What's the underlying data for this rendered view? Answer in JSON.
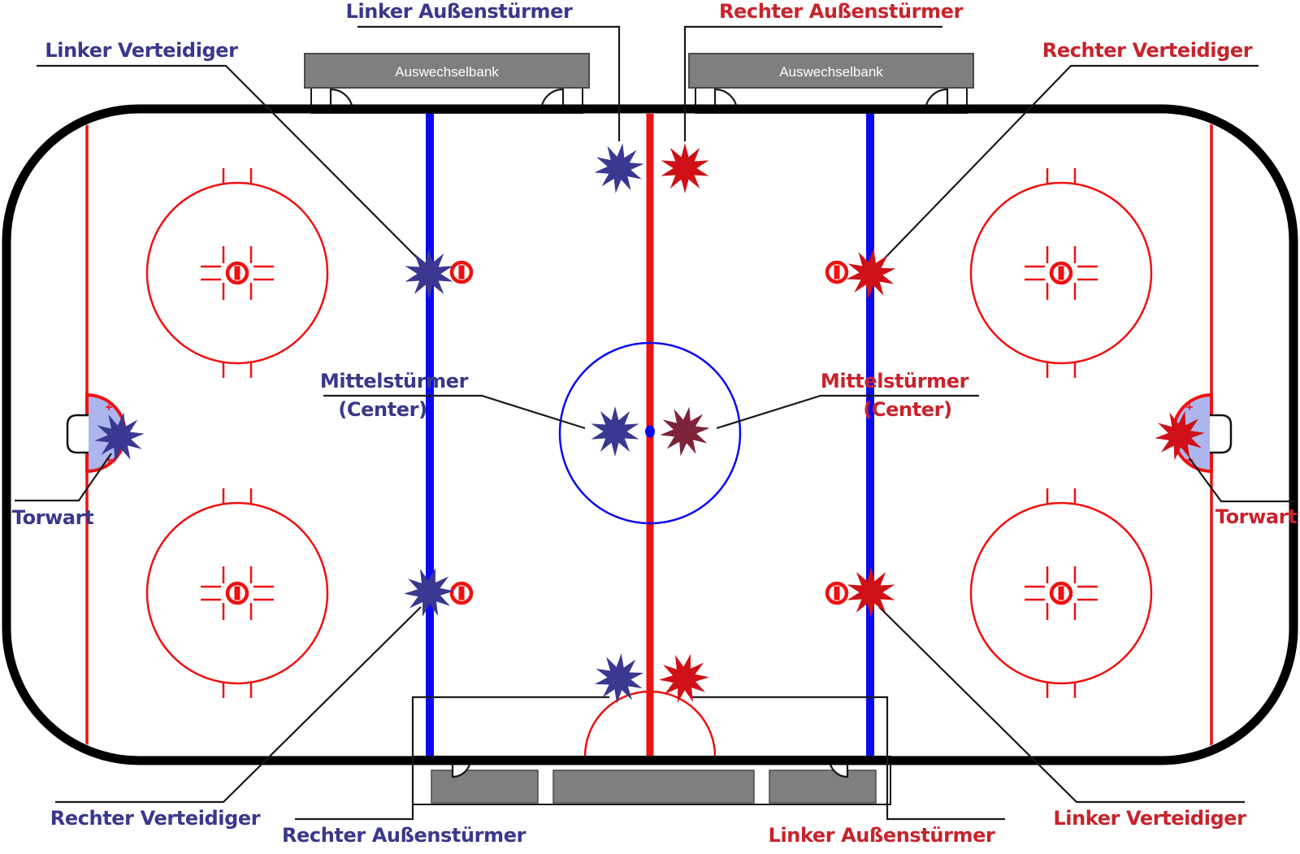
{
  "labels": {
    "blue_team": {
      "left_defender": "Linker Verteidiger",
      "left_winger": "Linker Außenstürmer",
      "center_line1": "Mittelstürmer",
      "center_line2": "(Center)",
      "goalie": "Torwart",
      "right_defender": "Rechter Verteidiger",
      "right_winger": "Rechter Außenstürmer"
    },
    "red_team": {
      "right_winger": "Rechter Außenstürmer",
      "right_defender": "Rechter Verteidiger",
      "center_line1": "Mittelstürmer",
      "center_line2": "(Center)",
      "goalie": "Torwart",
      "left_winger": "Linker Außenstürmer",
      "left_defender": "Linker Verteidiger"
    }
  },
  "bench": {
    "label": "Auswechselbank"
  },
  "colors": {
    "blue_team": "#3a3890",
    "blue_label": "#39388a",
    "red_team": "#cf1016",
    "red_label": "#c8232c",
    "maroon_center": "#7d2439",
    "rink_red": "#ee1111",
    "rink_blue": "#0a0af0",
    "boards": "#000000",
    "bench_fill": "#7f7f7f",
    "bench_border": "#4a4a4a",
    "bench_text": "#ffffff",
    "crease_fill": "#adb6ec",
    "callout": "#1a1a1a"
  }
}
